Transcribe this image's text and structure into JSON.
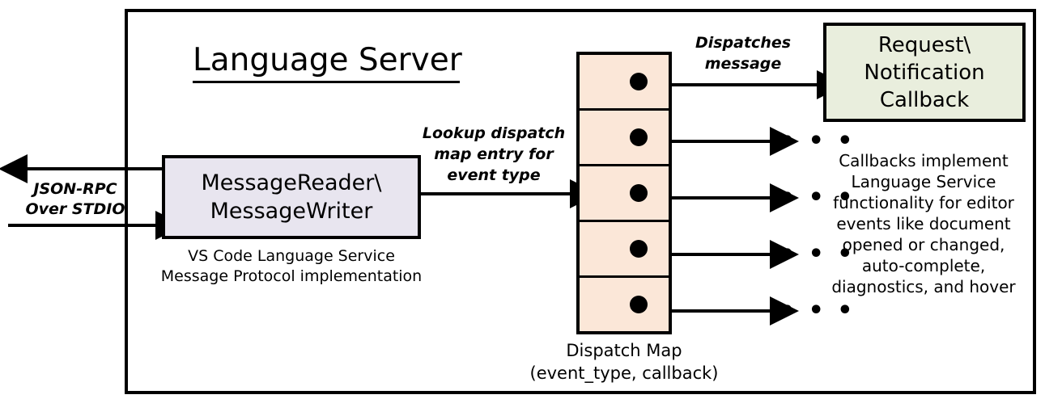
{
  "diagram": {
    "title": "Language Server",
    "frame_label": "language-server-boundary",
    "colors": {
      "message_box_fill": "#e8e5ef",
      "dispatch_map_fill": "#fbe7d8",
      "callback_box_fill": "#e9eedd",
      "stroke": "#000000",
      "background": "#ffffff"
    }
  },
  "transport": {
    "label_line1": "JSON-RPC",
    "label_line2": "Over STDIO",
    "inbound_arrow": "arrow-right-into-message-reader",
    "outbound_arrow": "arrow-left-out-of-language-server"
  },
  "message_component": {
    "title_line1": "MessageReader\\",
    "title_line2": "MessageWriter",
    "caption_line1": "VS Code Language Service",
    "caption_line2": "Message Protocol implementation"
  },
  "lookup_edge": {
    "label_line1": "Lookup dispatch",
    "label_line2": "map entry for",
    "label_line3": "event type"
  },
  "dispatch_map": {
    "caption_line1": "Dispatch Map",
    "caption_line2": "(event_type, callback)",
    "row_count": 5,
    "rows": [
      {
        "index": 1,
        "dot": "callback-pointer-dot",
        "target": "callback-box"
      },
      {
        "index": 2,
        "dot": "callback-pointer-dot",
        "target": "ellipsis"
      },
      {
        "index": 3,
        "dot": "callback-pointer-dot",
        "target": "ellipsis"
      },
      {
        "index": 4,
        "dot": "callback-pointer-dot",
        "target": "ellipsis"
      },
      {
        "index": 5,
        "dot": "callback-pointer-dot",
        "target": "ellipsis"
      }
    ],
    "ellipsis_glyph": "• • •"
  },
  "dispatch_edge": {
    "label_line1": "Dispatches",
    "label_line2": "message"
  },
  "callback_component": {
    "title_line1": "Request\\",
    "title_line2": "Notification",
    "title_line3": "Callback",
    "note_line1": "Callbacks implement",
    "note_line2": "Language Service",
    "note_line3": "functionality for editor",
    "note_line4": "events like document",
    "note_line5": "opened or changed,",
    "note_line6": "auto-complete,",
    "note_line7": "diagnostics, and hover"
  }
}
